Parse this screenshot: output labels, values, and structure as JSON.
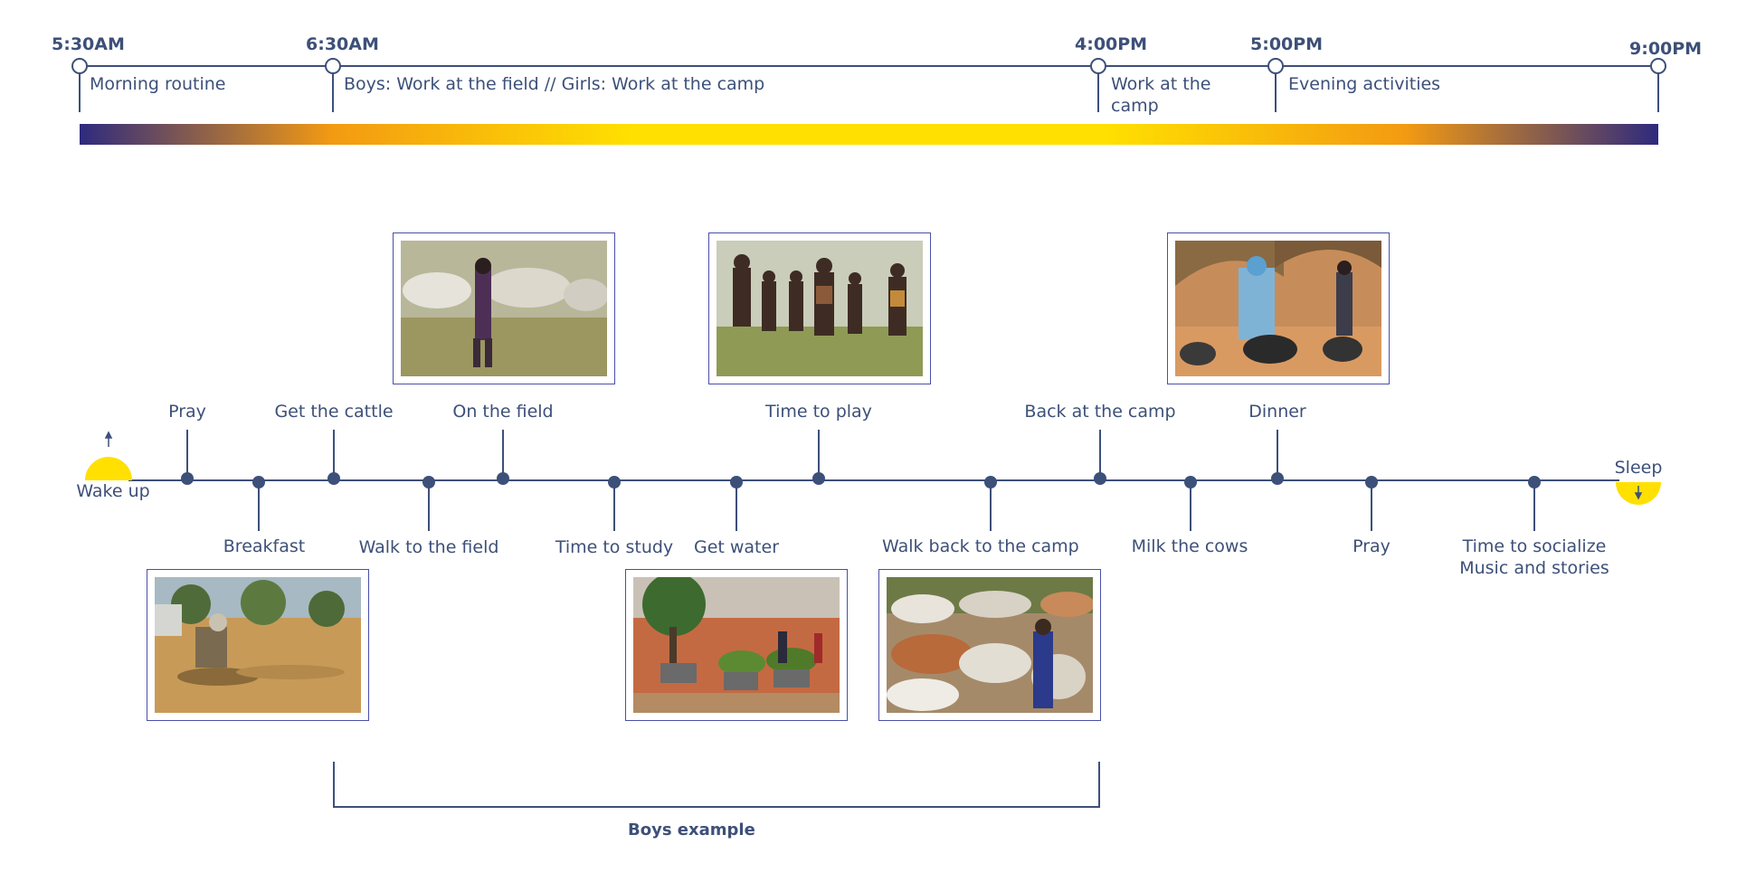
{
  "top_timeline": {
    "times": [
      "5:30AM",
      "6:30AM",
      "4:00PM",
      "5:00PM",
      "9:00PM"
    ],
    "periods": [
      "Morning routine",
      "Boys: Work at the field // Girls: Work at the camp",
      "Work at the camp",
      "Evening activities"
    ],
    "gradient_colors": [
      "#2e2a7e",
      "#f39a12",
      "#ffe000",
      "#f39a12",
      "#2e2a7e"
    ]
  },
  "events": {
    "wake_up": "Wake up",
    "pray_morning": "Pray",
    "breakfast": "Breakfast",
    "get_cattle": "Get the cattle",
    "walk_to_field": "Walk to the field",
    "on_the_field": "On the field",
    "time_to_study": "Time to study",
    "get_water": "Get water",
    "time_to_play": "Time to play",
    "walk_back": "Walk back to the camp",
    "back_at_camp": "Back at the camp",
    "milk_cows": "Milk the cows",
    "dinner": "Dinner",
    "pray_evening": "Pray",
    "socialize_line1": "Time to socialize",
    "socialize_line2": "Music and stories",
    "sleep": "Sleep"
  },
  "bracket": {
    "label": "Boys example"
  },
  "colors": {
    "line": "#3d5079",
    "accent": "#4a4fa8",
    "sun": "#ffe000"
  },
  "icons": [
    "sunrise-icon",
    "sunset-icon",
    "up-arrow-icon",
    "down-arrow-icon"
  ]
}
